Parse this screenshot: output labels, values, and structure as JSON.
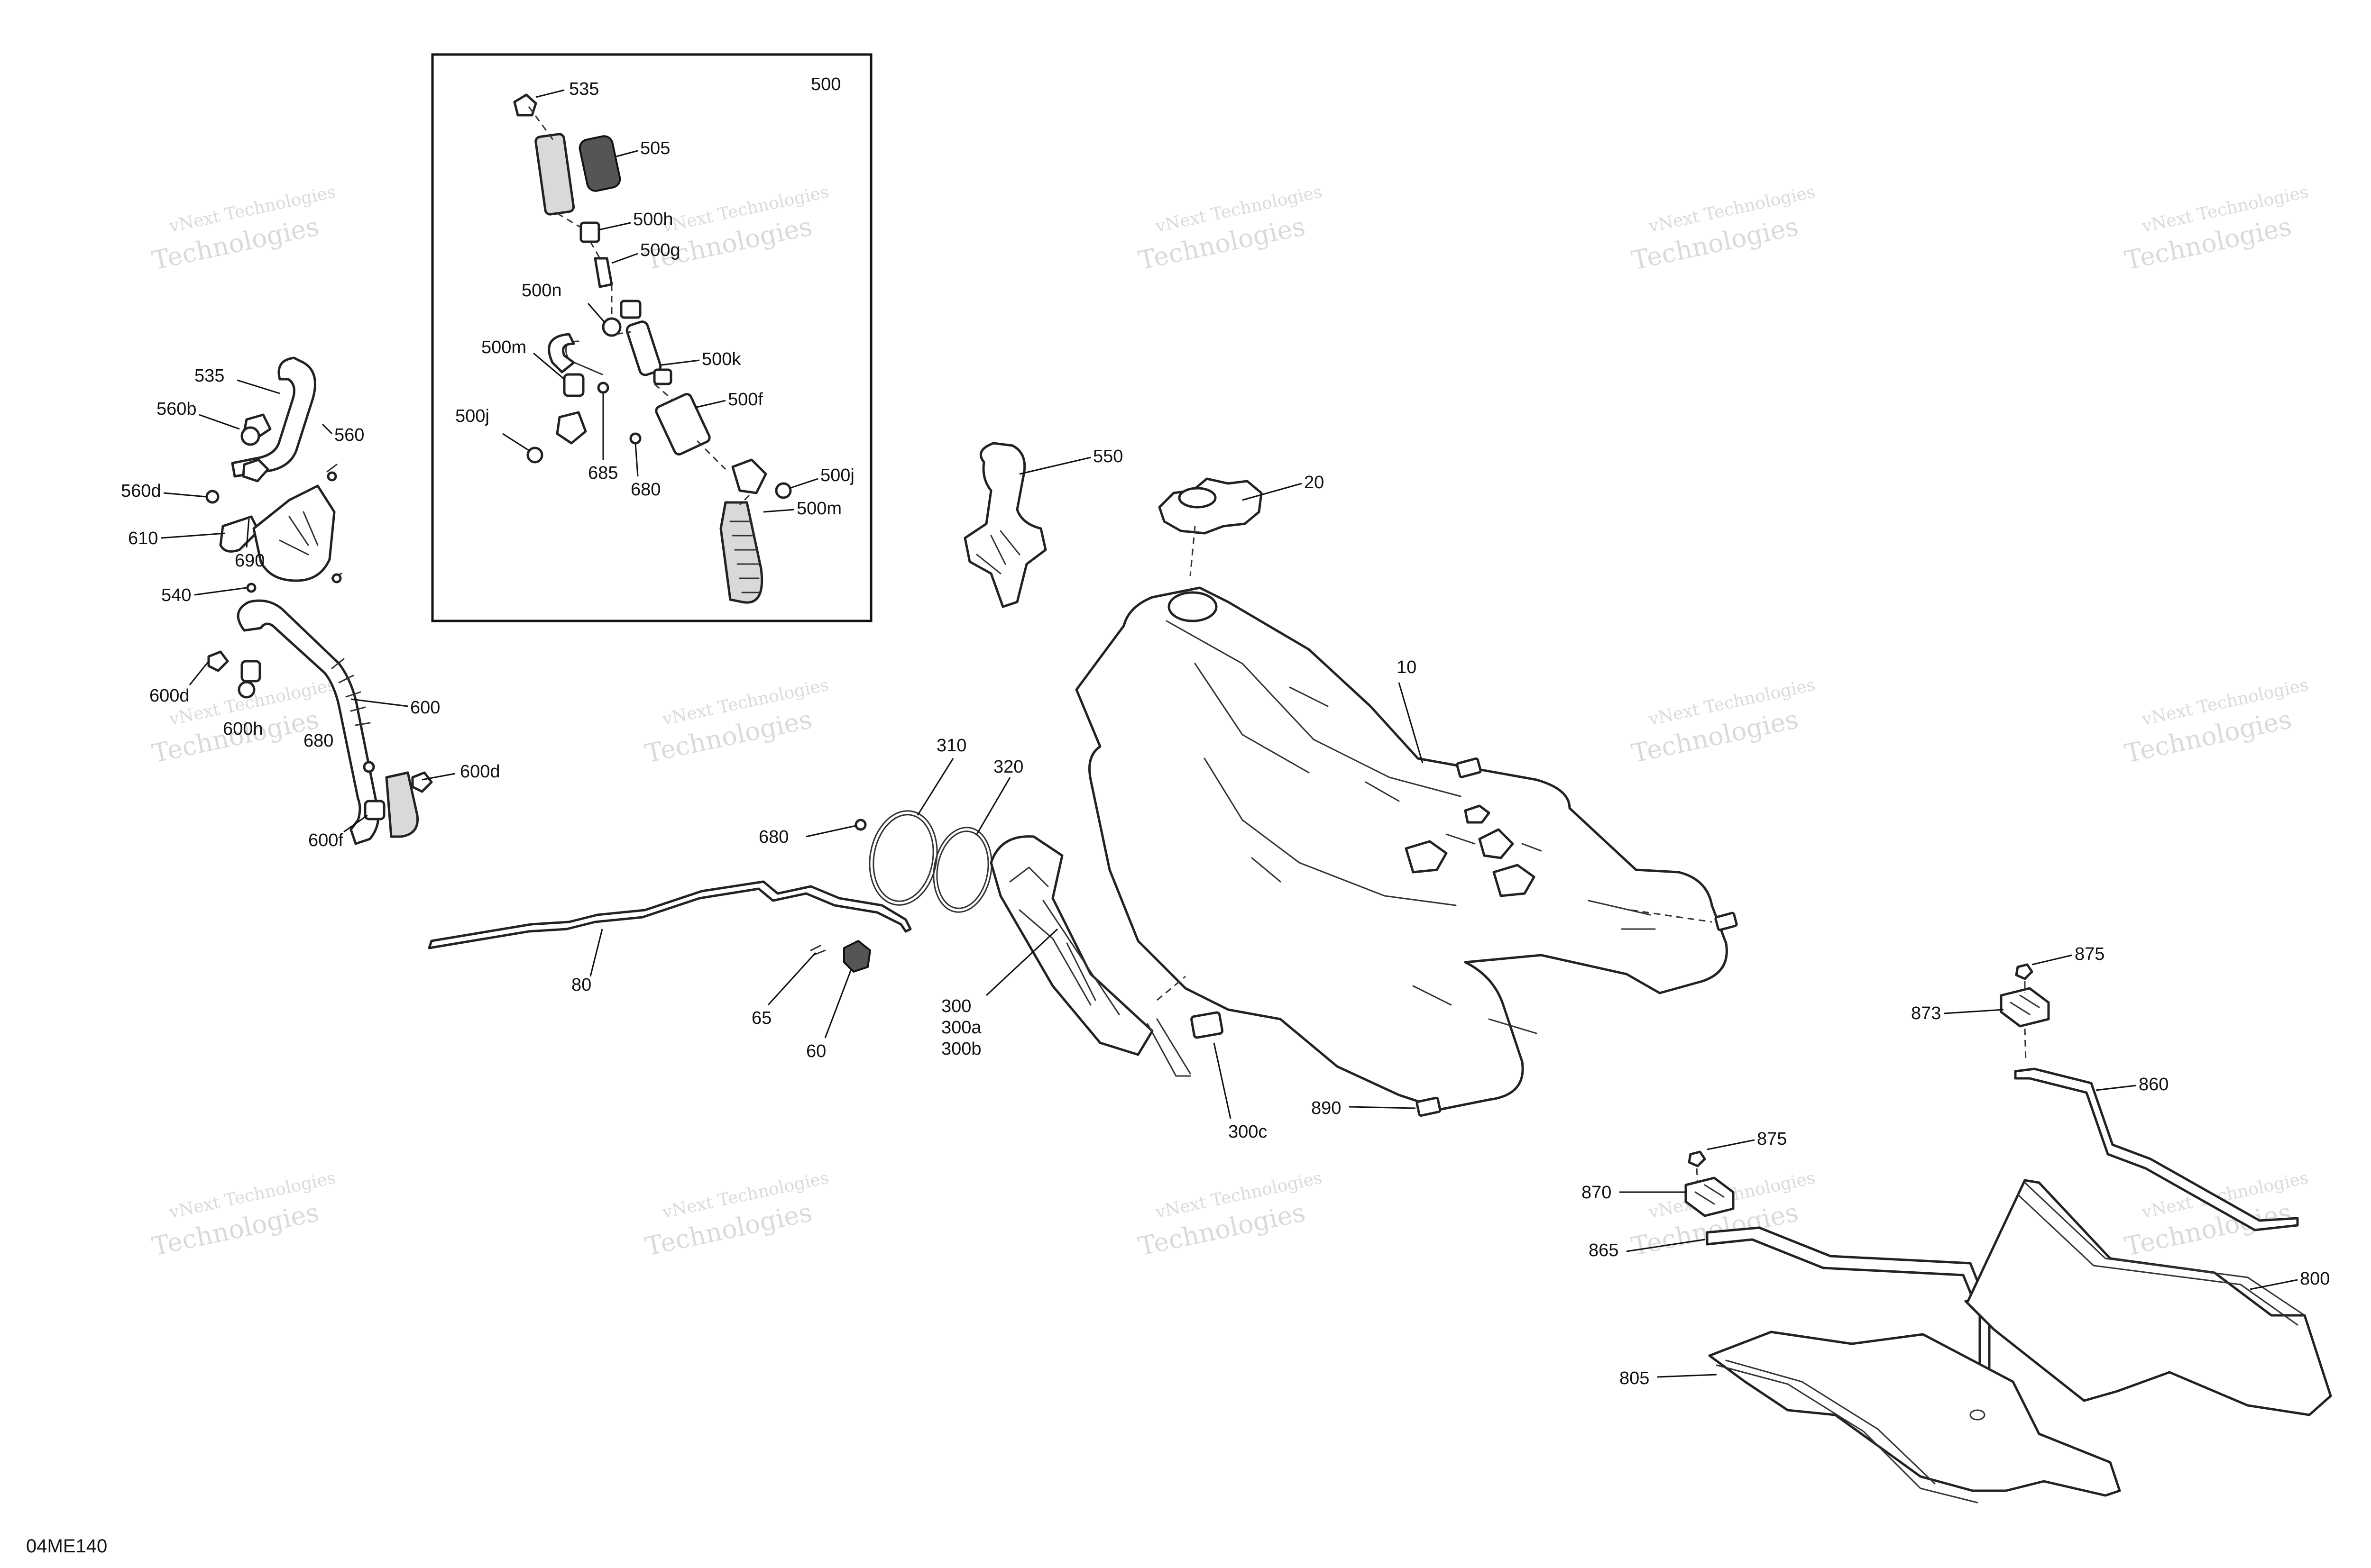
{
  "diagram_code": "04ME140",
  "inset_label": "500",
  "watermark": {
    "line1": "vNext Technologies",
    "line2": "Technologies"
  },
  "callouts": {
    "c535a": "535",
    "c505": "505",
    "c500h": "500h",
    "c500g": "500g",
    "c500n": "500n",
    "c500m_in": "500m",
    "c500k": "500k",
    "c500f": "500f",
    "c500j_l": "500j",
    "c685": "685",
    "c680_in": "680",
    "c500j_r": "500j",
    "c500m_r": "500m",
    "c535b": "535",
    "c560b": "560b",
    "c560": "560",
    "c560d": "560d",
    "c610": "610",
    "c690": "690",
    "c540": "540",
    "c600d_a": "600d",
    "c600": "600",
    "c600h": "600h",
    "c680_a": "680",
    "c600d_b": "600d",
    "c600f": "600f",
    "c550": "550",
    "c20": "20",
    "c10": "10",
    "c310": "310",
    "c320": "320",
    "c680_b": "680",
    "c80": "80",
    "c65": "65",
    "c60": "60",
    "c300": "300",
    "c300a": "300a",
    "c300b": "300b",
    "c300c": "300c",
    "c890": "890",
    "c875a": "875",
    "c873": "873",
    "c860": "860",
    "c875b": "875",
    "c870": "870",
    "c865": "865",
    "c800": "800",
    "c805": "805"
  }
}
